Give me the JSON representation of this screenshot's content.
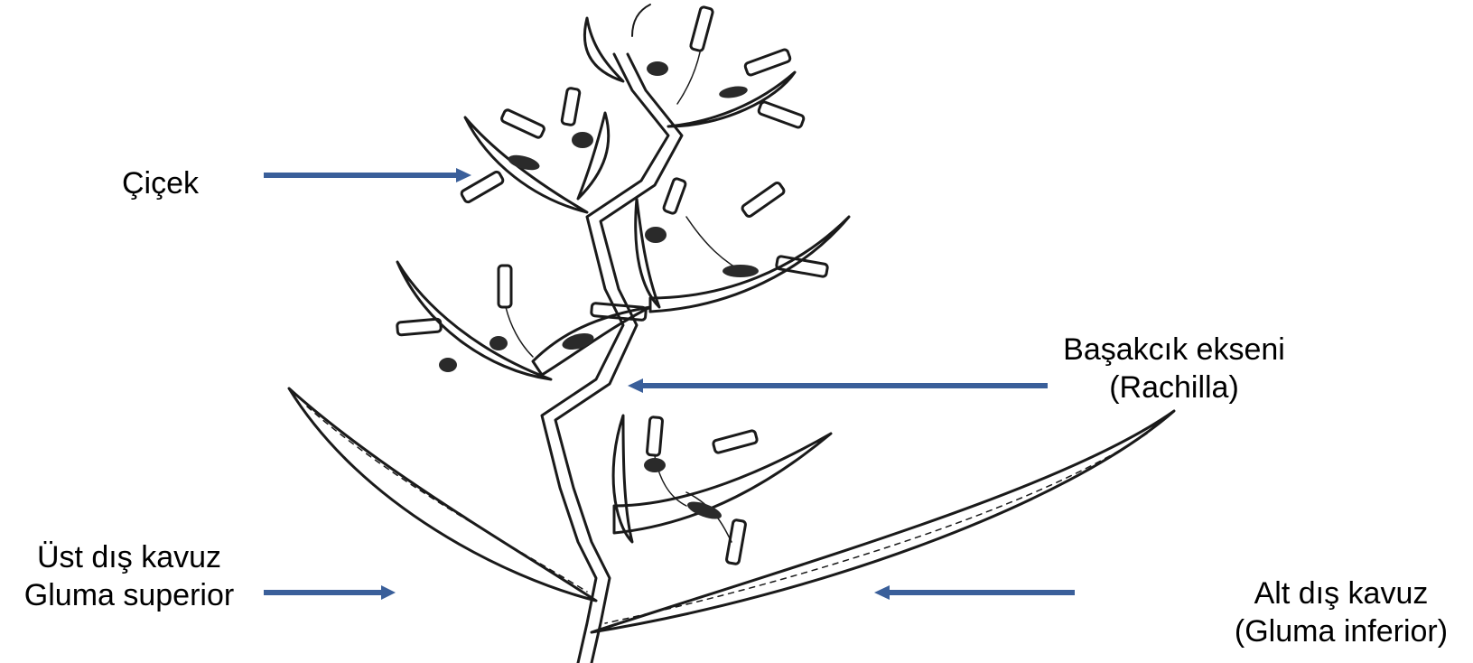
{
  "labels": {
    "flower": "Çiçek",
    "rachilla_line1": "Başakcık ekseni",
    "rachilla_line2": "(Rachilla)",
    "upper_glume_line1": "Üst dış kavuz",
    "upper_glume_line2": "Gluma superior",
    "lower_glume_line1": "Alt dış kavuz",
    "lower_glume_line2": "(Gluma inferior)"
  },
  "colors": {
    "arrow": "#3A5F9A",
    "ink": "#1a1a1a",
    "background": "#ffffff"
  },
  "icons": [
    "spikelet-illustration",
    "arrow-right-icon",
    "arrow-left-icon"
  ]
}
